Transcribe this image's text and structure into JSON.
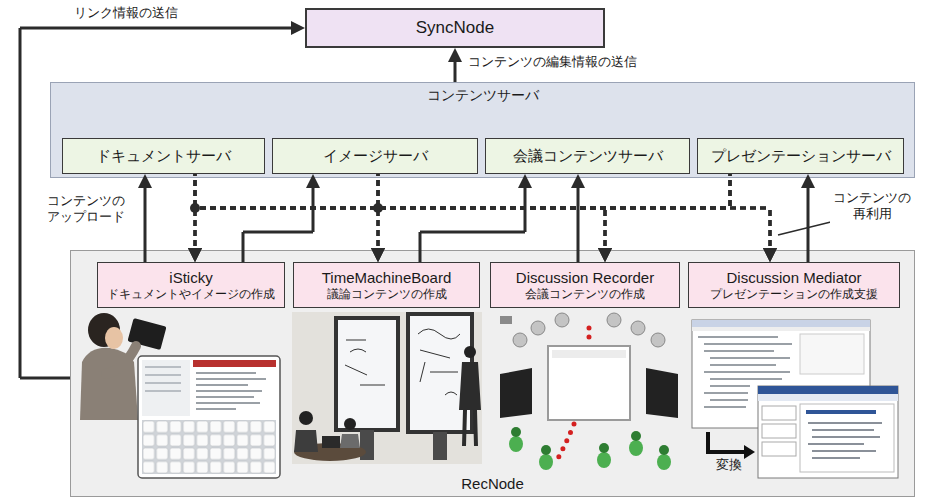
{
  "diagram": {
    "nodes": [
      {
        "text": [
          "SyncNode"
        ]
      },
      {
        "text": [
          "コンテンツサーバ"
        ]
      },
      {
        "text": [
          "ドキュメントサーバ"
        ],
        "in": 1
      },
      {
        "text": [
          "イメージサーバ"
        ],
        "in": 1
      },
      {
        "text": [
          "会議コンテンツサーバ"
        ],
        "in": 1
      },
      {
        "text": [
          "プレゼンテーションサーバ"
        ],
        "in": 1
      },
      {
        "text": [
          "RecNode"
        ]
      },
      {
        "text": [
          "iSticky",
          "ドキュメントやイメージの作成"
        ],
        "in": 6
      },
      {
        "text": [
          "TimeMachineBoard",
          "議論コンテンツの作成"
        ],
        "in": 6
      },
      {
        "text": [
          "Discussion Recorder",
          "会議コンテンツの作成"
        ],
        "in": 6
      },
      {
        "text": [
          "Discussion Mediator",
          "プレゼンテーションの作成支援"
        ],
        "in": 6
      }
    ],
    "edges": [
      {
        "from": 6,
        "to": 0,
        "label": "リンク情報の送信",
        "arrow": "to"
      },
      {
        "from": 1,
        "to": 0,
        "label": "コンテンツの編集情報の送信",
        "arrow": "to"
      },
      {
        "from": 7,
        "to": 2,
        "arrow": "to"
      },
      {
        "from": 7,
        "to": 3,
        "arrow": "to"
      },
      {
        "from": 8,
        "to": 4,
        "arrow": "to"
      },
      {
        "from": 9,
        "to": 4,
        "arrow": "to"
      },
      {
        "from": 10,
        "to": 5,
        "arrow": "to"
      },
      {
        "from": 2,
        "to": 7,
        "arrow": "to"
      },
      {
        "from": 2,
        "to": 8,
        "arrow": "to"
      },
      {
        "from": 2,
        "to": 9,
        "arrow": "to"
      },
      {
        "from": 2,
        "to": 10,
        "arrow": "to"
      },
      {
        "from": 3,
        "to": 7,
        "arrow": "to"
      },
      {
        "from": 3,
        "to": 8,
        "arrow": "to"
      },
      {
        "from": 3,
        "to": 9,
        "arrow": "to"
      },
      {
        "from": 3,
        "to": 10,
        "arrow": "to"
      },
      {
        "from": 5,
        "to": 7,
        "arrow": "to"
      },
      {
        "from": 5,
        "to": 8,
        "arrow": "to"
      },
      {
        "from": 5,
        "to": 9,
        "arrow": "to"
      },
      {
        "from": 5,
        "to": 10,
        "arrow": "to"
      }
    ],
    "labels": [
      "コンテンツのアップロード",
      "コンテンツの再利用",
      "変換"
    ]
  }
}
